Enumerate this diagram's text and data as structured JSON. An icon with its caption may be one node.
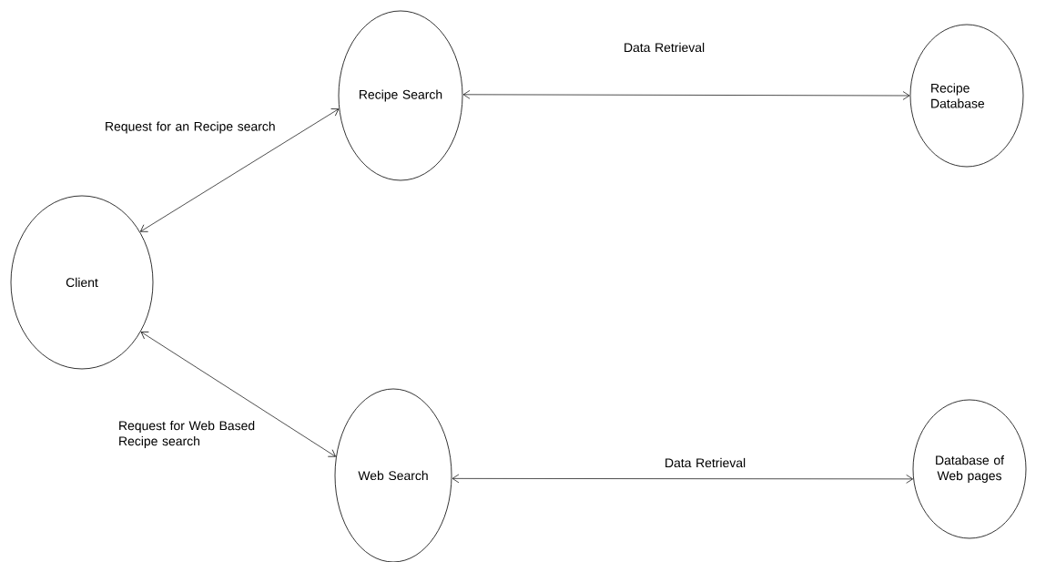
{
  "diagram": {
    "nodes": [
      {
        "text": [
          "Client"
        ]
      },
      {
        "text": [
          "Recipe Search"
        ]
      },
      {
        "text": [
          "Recipe Database"
        ]
      },
      {
        "text": [
          "Web Search"
        ]
      },
      {
        "text": [
          "Database of Web pages"
        ]
      }
    ],
    "edges": [
      {
        "from": 0,
        "to": 1,
        "arrow": "both",
        "label": "Request for an Recipe search"
      },
      {
        "from": 1,
        "to": 2,
        "arrow": "both",
        "label": "Data Retrieval"
      },
      {
        "from": 0,
        "to": 3,
        "arrow": "both",
        "label": "Request for Web Based Recipe search"
      },
      {
        "from": 3,
        "to": 4,
        "arrow": "both",
        "label": "Data Retrieval"
      }
    ]
  }
}
